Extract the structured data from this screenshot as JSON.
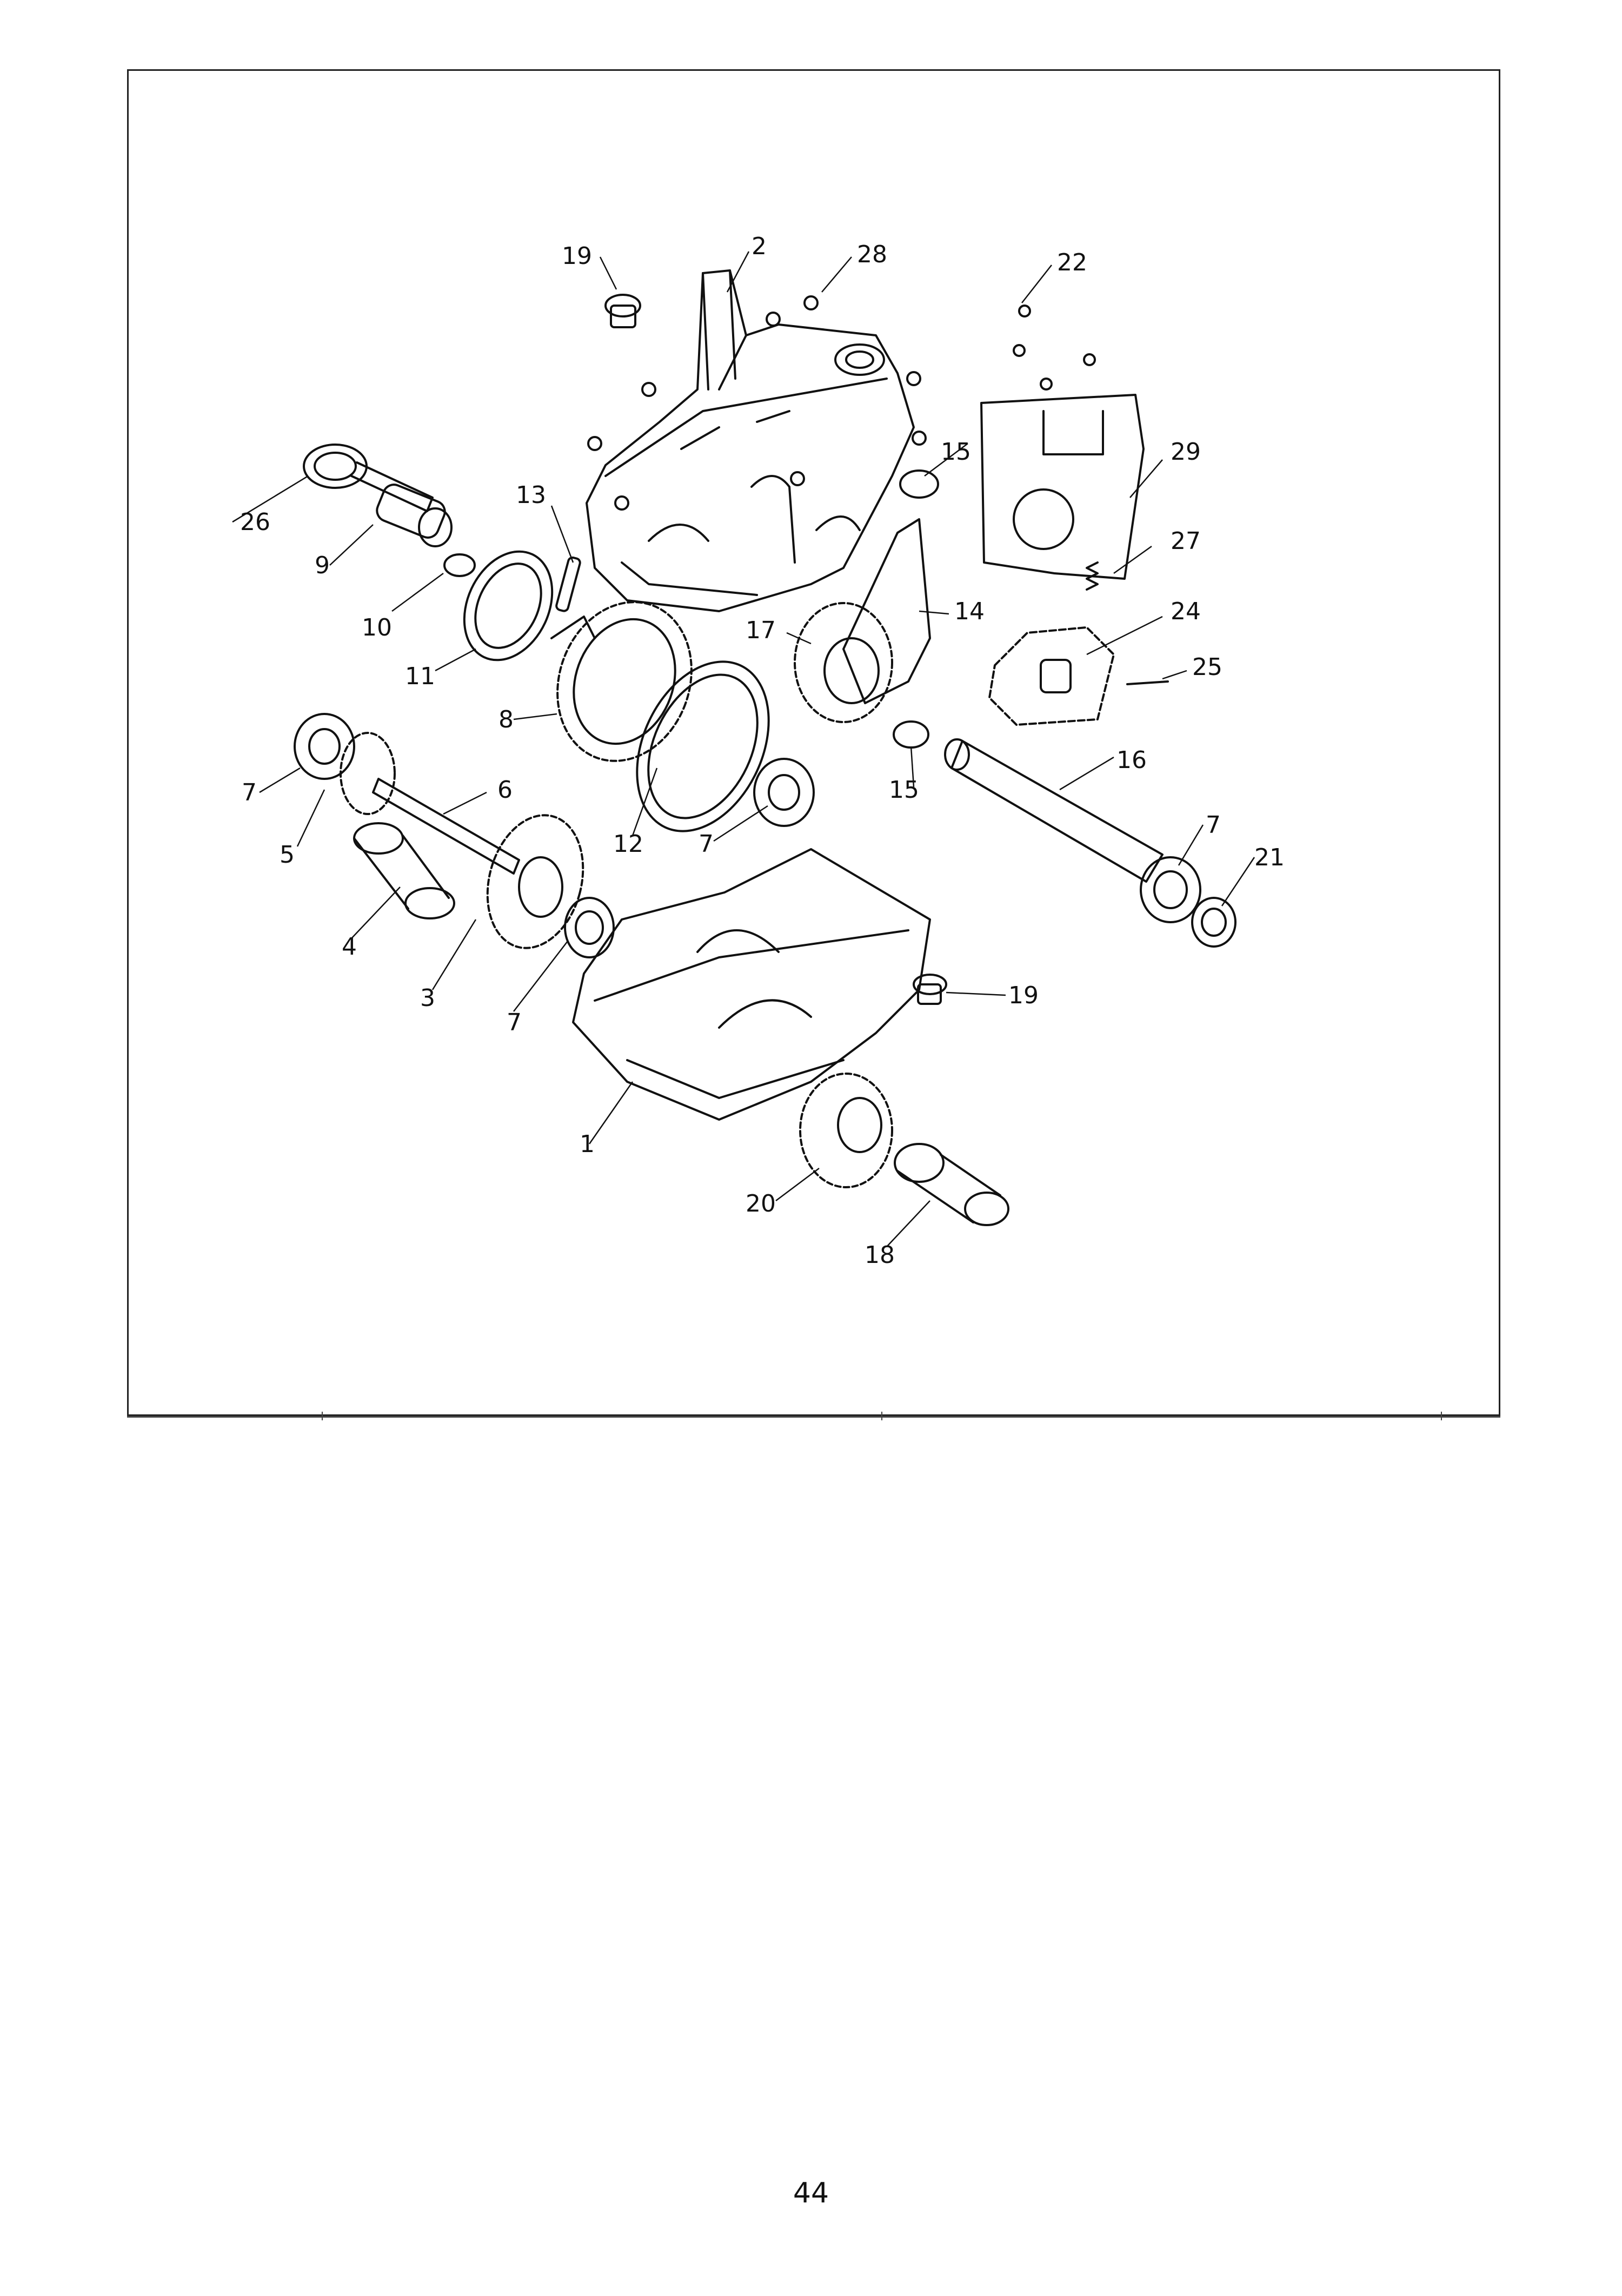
{
  "diagram": {
    "callouts": [
      {
        "id": "c1",
        "label": "1"
      },
      {
        "id": "c2",
        "label": "2"
      },
      {
        "id": "c3",
        "label": "3"
      },
      {
        "id": "c4",
        "label": "4"
      },
      {
        "id": "c5",
        "label": "5"
      },
      {
        "id": "c6",
        "label": "6"
      },
      {
        "id": "c7a",
        "label": "7"
      },
      {
        "id": "c7b",
        "label": "7"
      },
      {
        "id": "c7c",
        "label": "7"
      },
      {
        "id": "c7d",
        "label": "7"
      },
      {
        "id": "c8",
        "label": "8"
      },
      {
        "id": "c9",
        "label": "9"
      },
      {
        "id": "c10",
        "label": "10"
      },
      {
        "id": "c11",
        "label": "11"
      },
      {
        "id": "c12",
        "label": "12"
      },
      {
        "id": "c13",
        "label": "13"
      },
      {
        "id": "c14",
        "label": "14"
      },
      {
        "id": "c15a",
        "label": "15"
      },
      {
        "id": "c15b",
        "label": "15"
      },
      {
        "id": "c16",
        "label": "16"
      },
      {
        "id": "c17",
        "label": "17"
      },
      {
        "id": "c18",
        "label": "18"
      },
      {
        "id": "c19a",
        "label": "19"
      },
      {
        "id": "c19b",
        "label": "19"
      },
      {
        "id": "c20",
        "label": "20"
      },
      {
        "id": "c21",
        "label": "21"
      },
      {
        "id": "c22",
        "label": "22"
      },
      {
        "id": "c24",
        "label": "24"
      },
      {
        "id": "c25",
        "label": "25"
      },
      {
        "id": "c26",
        "label": "26"
      },
      {
        "id": "c27",
        "label": "27"
      },
      {
        "id": "c28",
        "label": "28"
      },
      {
        "id": "c29",
        "label": "29"
      }
    ]
  },
  "page": {
    "number": "44"
  }
}
